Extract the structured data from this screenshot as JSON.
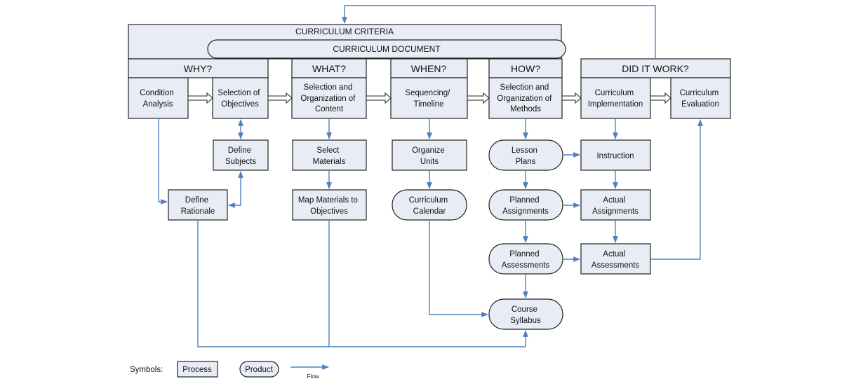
{
  "criteria": "CURRICULUM CRITERIA",
  "document": "CURRICULUM DOCUMENT",
  "headers": {
    "why": "WHY?",
    "what": "WHAT?",
    "when": "WHEN?",
    "how": "HOW?",
    "didItWork": "DID IT WORK?"
  },
  "process": {
    "conditionAnalysis": [
      "Condition",
      "Analysis"
    ],
    "selectionObjectives": [
      "Selection of",
      "Objectives"
    ],
    "selectionContent": [
      "Selection and",
      "Organization of",
      "Content"
    ],
    "sequencing": [
      "Sequencing/",
      "Timeline"
    ],
    "selectionMethods": [
      "Selection and",
      "Organization of",
      "Methods"
    ],
    "implementation": [
      "Curriculum",
      "Implementation"
    ],
    "evaluation": [
      "Curriculum",
      "Evaluation"
    ],
    "defineSubjects": [
      "Define",
      "Subjects"
    ],
    "defineRationale": [
      "Define",
      "Rationale"
    ],
    "selectMaterials": [
      "Select",
      "Materials"
    ],
    "mapMaterials": [
      "Map Materials to",
      "Objectives"
    ],
    "organizeUnits": [
      "Organize",
      "Units"
    ],
    "instruction": [
      "Instruction"
    ],
    "actualAssignments": [
      "Actual",
      "Assignments"
    ],
    "actualAssessments": [
      "Actual",
      "Assessments"
    ]
  },
  "product": {
    "curriculumCalendar": [
      "Curriculum",
      "Calendar"
    ],
    "lessonPlans": [
      "Lesson",
      "Plans"
    ],
    "plannedAssignments": [
      "Planned",
      "Assignments"
    ],
    "plannedAssessments": [
      "Planned",
      "Assessments"
    ],
    "courseSyllabus": [
      "Course",
      "Syllabus"
    ]
  },
  "legend": {
    "symbols": "Symbols:",
    "process": "Process",
    "product": "Product",
    "flow": "Flow"
  },
  "colors": {
    "box_fill": "#e8edf5",
    "flow_arrow": "#4f81bd",
    "outline": "#222222"
  }
}
